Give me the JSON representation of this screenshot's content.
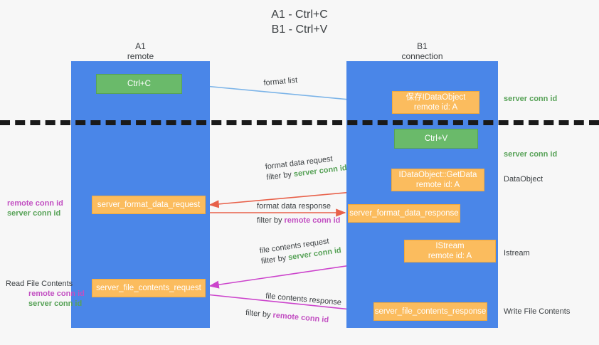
{
  "title": {
    "line1": "A1 - Ctrl+C",
    "line2": "B1 - Ctrl+V"
  },
  "lanes": [
    {
      "name": "A1",
      "sub": "remote"
    },
    {
      "name": "B1",
      "sub": "connection"
    }
  ],
  "nodes": {
    "ctrl_c": {
      "line1": "Ctrl+C",
      "line2": "",
      "color": "#6aba6a"
    },
    "save_dataobj": {
      "line1": "保存IDataObject",
      "line2": "remote id: A",
      "color": "#fbbc5e"
    },
    "ctrl_v": {
      "line1": "Ctrl+V",
      "line2": "",
      "color": "#6aba6a"
    },
    "getdata": {
      "line1": "IDataObject::GetData",
      "line2": "remote id: A",
      "color": "#fbbc5e"
    },
    "fmt_req": {
      "line1": "server_format_data_request",
      "line2": "",
      "color": "#fbbc5e"
    },
    "fmt_resp": {
      "line1": "server_format_data_response",
      "line2": "",
      "color": "#fbbc5e"
    },
    "istream": {
      "line1": "IStream",
      "line2": "remote id: A",
      "color": "#fbbc5e"
    },
    "file_req": {
      "line1": "server_file_contents_request",
      "line2": "",
      "color": "#fbbc5e"
    },
    "file_resp": {
      "line1": "server_file_contents_response",
      "line2": "",
      "color": "#fbbc5e"
    }
  },
  "edge_labels": {
    "format_list": {
      "text": "format list"
    },
    "fmt_data_request": {
      "text": "format data request"
    },
    "fmt_data_req_filter": {
      "prefix": "filter by ",
      "keyword": "server conn id",
      "keyword_color": "#57a257"
    },
    "fmt_data_response": {
      "text": "format data response"
    },
    "fmt_data_res_filter": {
      "prefix": "filter by ",
      "keyword": "remote conn id",
      "keyword_color": "#c24fc2"
    },
    "file_request": {
      "text": "file contents request"
    },
    "file_req_filter": {
      "prefix": "filter by ",
      "keyword": "server conn id",
      "keyword_color": "#57a257"
    },
    "file_response": {
      "text": "file contents response"
    },
    "file_res_filter": {
      "prefix": "filter by ",
      "keyword": "remote conn id",
      "keyword_color": "#c24fc2"
    }
  },
  "annotations": {
    "right_server_conn_top": "server conn id",
    "right_server_conn_second": "server conn id",
    "right_dataobject": "DataObject",
    "right_istream": "Istream",
    "right_write_file": "Write File Contents",
    "left_remote_conn_1": "remote conn id",
    "left_server_conn_1": "server conn id",
    "left_read_file": "Read File Contents",
    "left_remote_conn_2": "remote conn id",
    "left_server_conn_2": "server conn id"
  },
  "colors": {
    "lane_blue": "#4a86e8",
    "node_orange": "#fbbc5e",
    "node_green": "#6aba6a",
    "arrow_lightblue": "#7cb4e8",
    "arrow_red": "#e8614a",
    "arrow_magenta": "#cc44cc",
    "arrow_black": "#111111",
    "text_green": "#57a257",
    "text_magenta": "#c24fc2",
    "background": "#f7f7f7"
  }
}
